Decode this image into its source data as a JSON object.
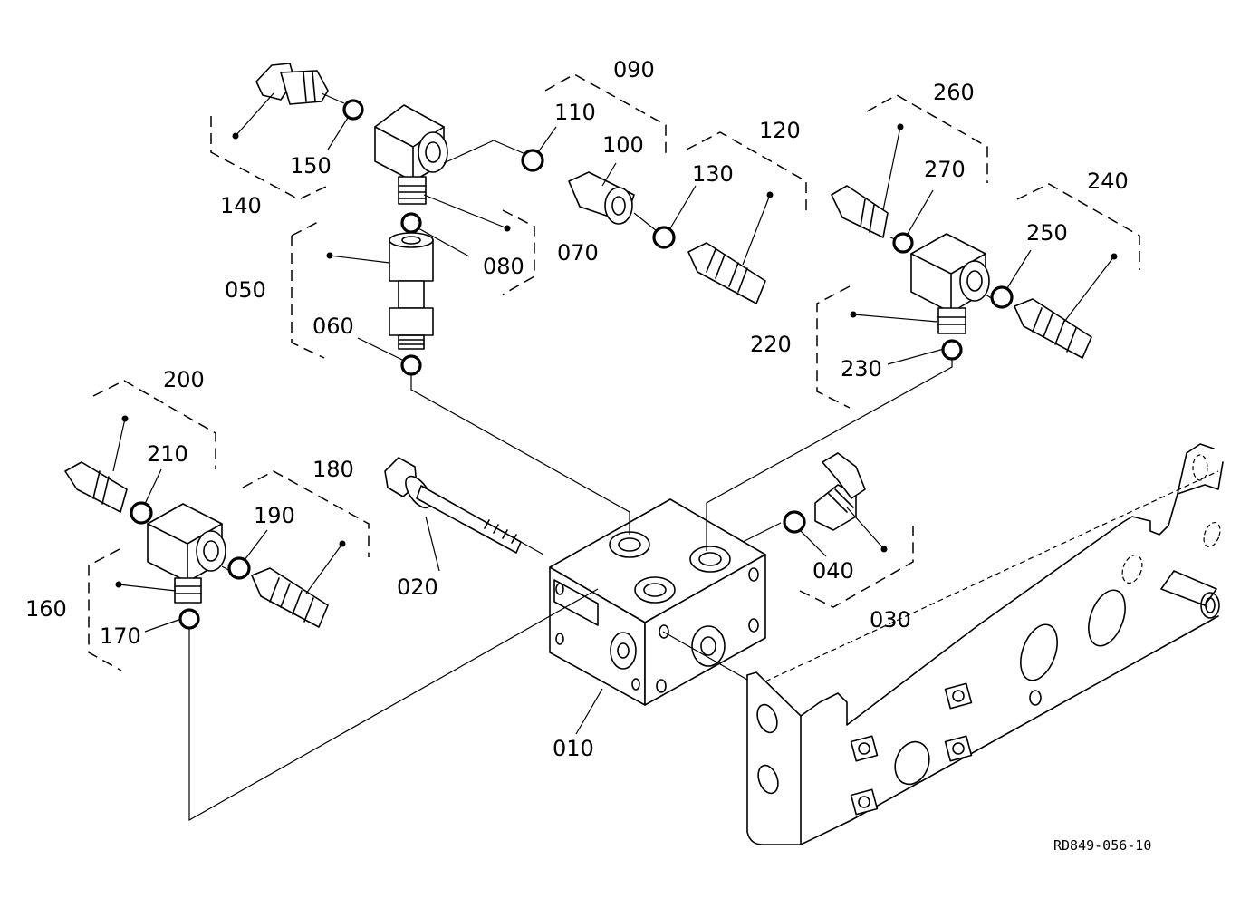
{
  "diagram": {
    "drawing_code": "RD849-056-10",
    "callouts": {
      "p010": "010",
      "p020": "020",
      "p030": "030",
      "p040": "040",
      "p050": "050",
      "p060": "060",
      "p070": "070",
      "p080": "080",
      "p090": "090",
      "p100": "100",
      "p110": "110",
      "p120": "120",
      "p130": "130",
      "p140": "140",
      "p150": "150",
      "p160": "160",
      "p170": "170",
      "p180": "180",
      "p190": "190",
      "p200": "200",
      "p210": "210",
      "p220": "220",
      "p230": "230",
      "p240": "240",
      "p250": "250",
      "p260": "260",
      "p270": "270"
    }
  }
}
